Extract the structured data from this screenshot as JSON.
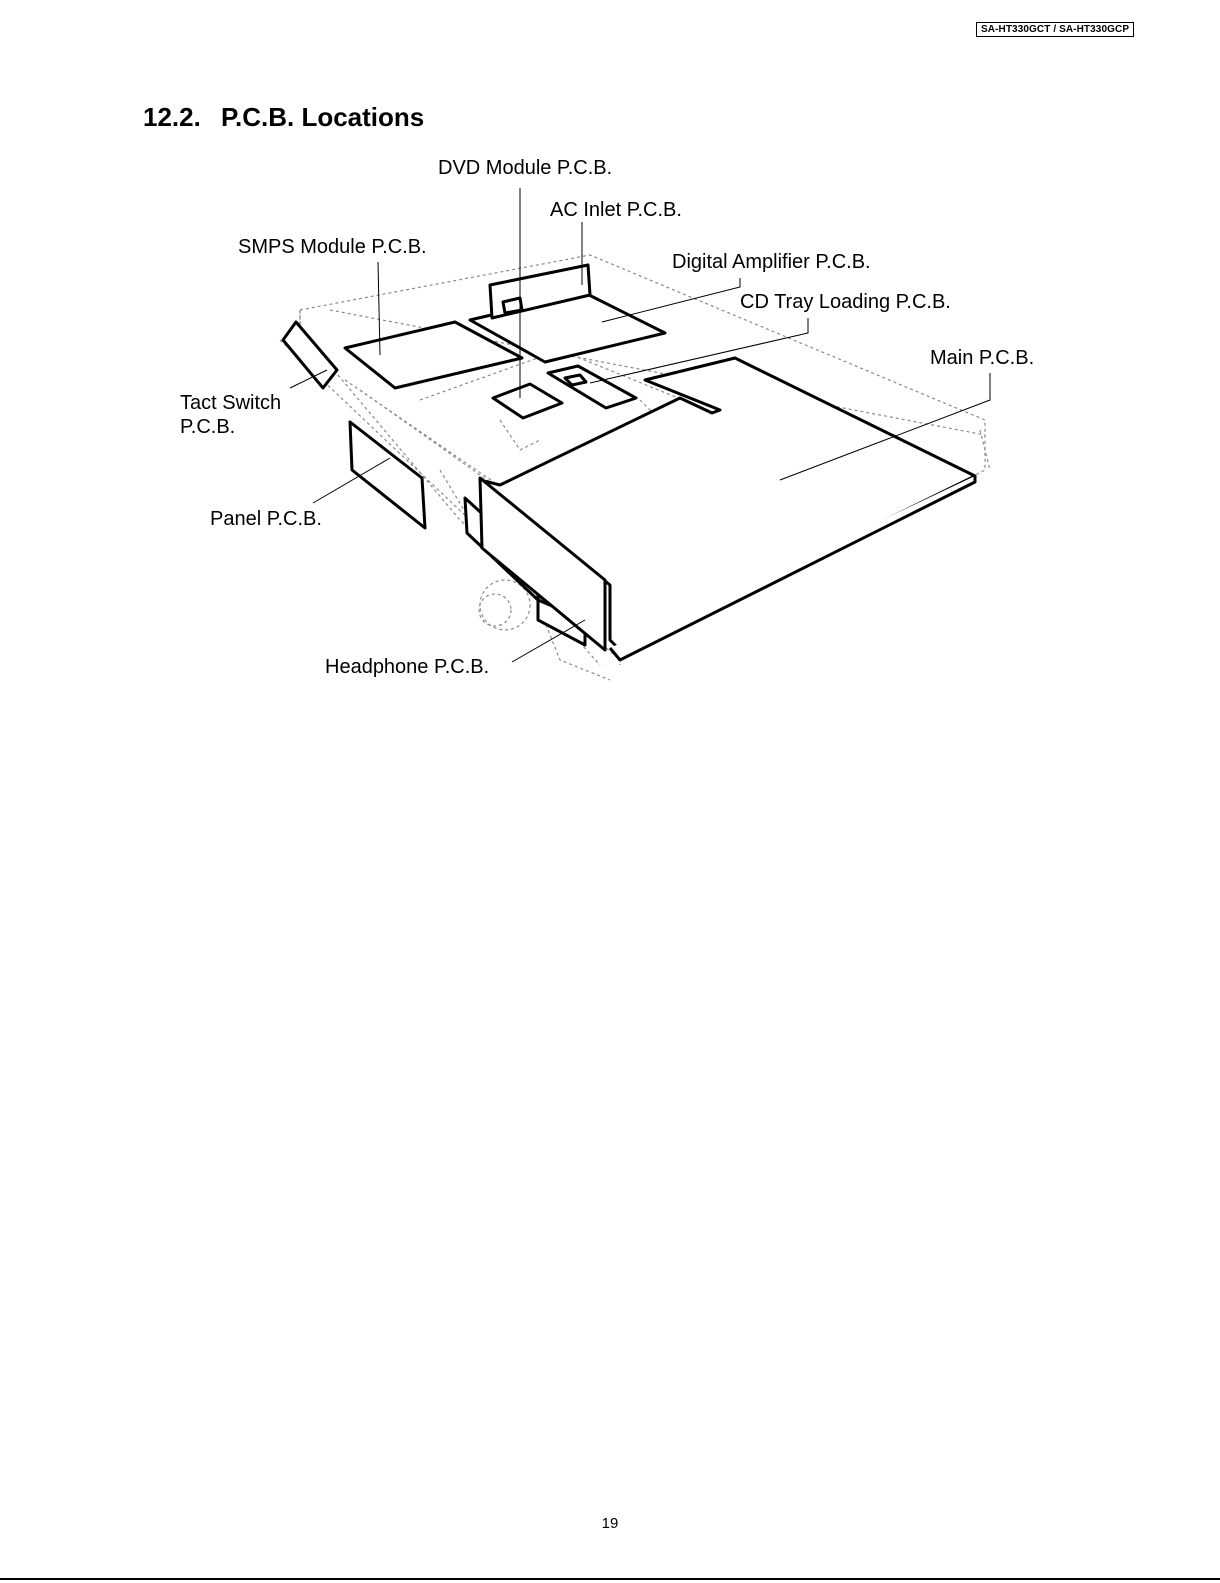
{
  "header": {
    "model": "SA-HT330GCT / SA-HT330GCP"
  },
  "section": {
    "number": "12.2.",
    "title": "P.C.B. Locations"
  },
  "diagram": {
    "labels": {
      "dvd_module": "DVD Module P.C.B.",
      "ac_inlet": "AC Inlet P.C.B.",
      "smps_module": "SMPS Module P.C.B.",
      "digital_amplifier": "Digital Amplifier P.C.B.",
      "cd_tray_loading": "CD Tray Loading  P.C.B.",
      "main": "Main P.C.B.",
      "tact_switch_line1": "Tact Switch",
      "tact_switch_line2": "P.C.B.",
      "panel": "Panel P.C.B.",
      "headphone": "Headphone P.C.B."
    }
  },
  "footer": {
    "page_number": "19"
  }
}
